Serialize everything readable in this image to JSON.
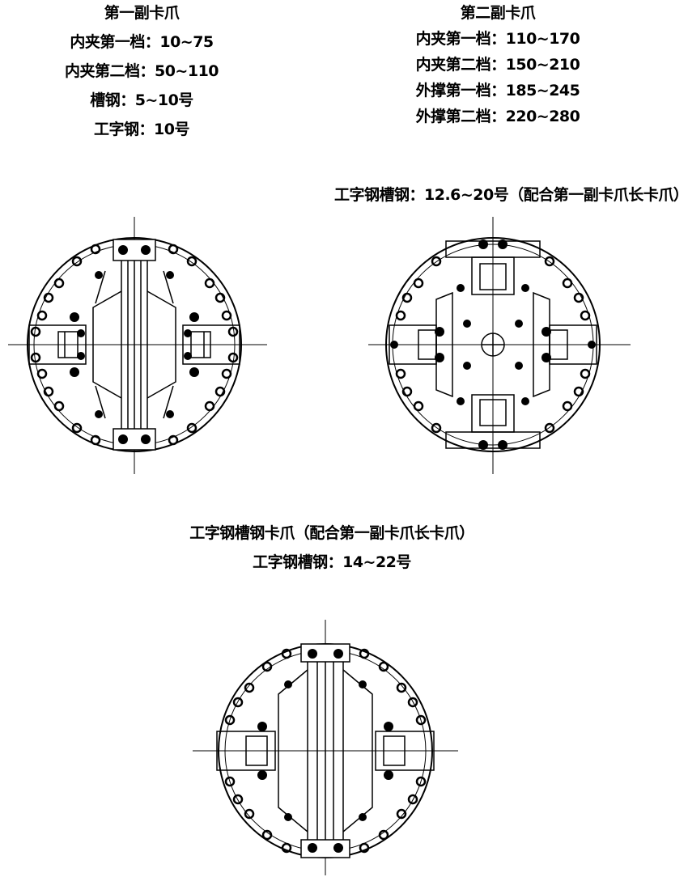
{
  "set1": {
    "title": "第一副卡爪",
    "lines": [
      "内夹第一档：10~75",
      "内夹第二档：50~110",
      "槽钢：5~10号",
      "工字钢：10号"
    ]
  },
  "set2": {
    "title": "第二副卡爪",
    "lines": [
      "内夹第一档：110~170",
      "内夹第二档：150~210",
      "外撑第一档：185~245",
      "外撑第二档：220~280"
    ],
    "note": "工字钢槽钢：12.6~20号（配合第一副卡爪长卡爪）"
  },
  "set3": {
    "title": "工字钢槽钢卡爪（配合第一副卡爪长卡爪）",
    "lines": [
      "工字钢槽钢：14~22号"
    ]
  }
}
